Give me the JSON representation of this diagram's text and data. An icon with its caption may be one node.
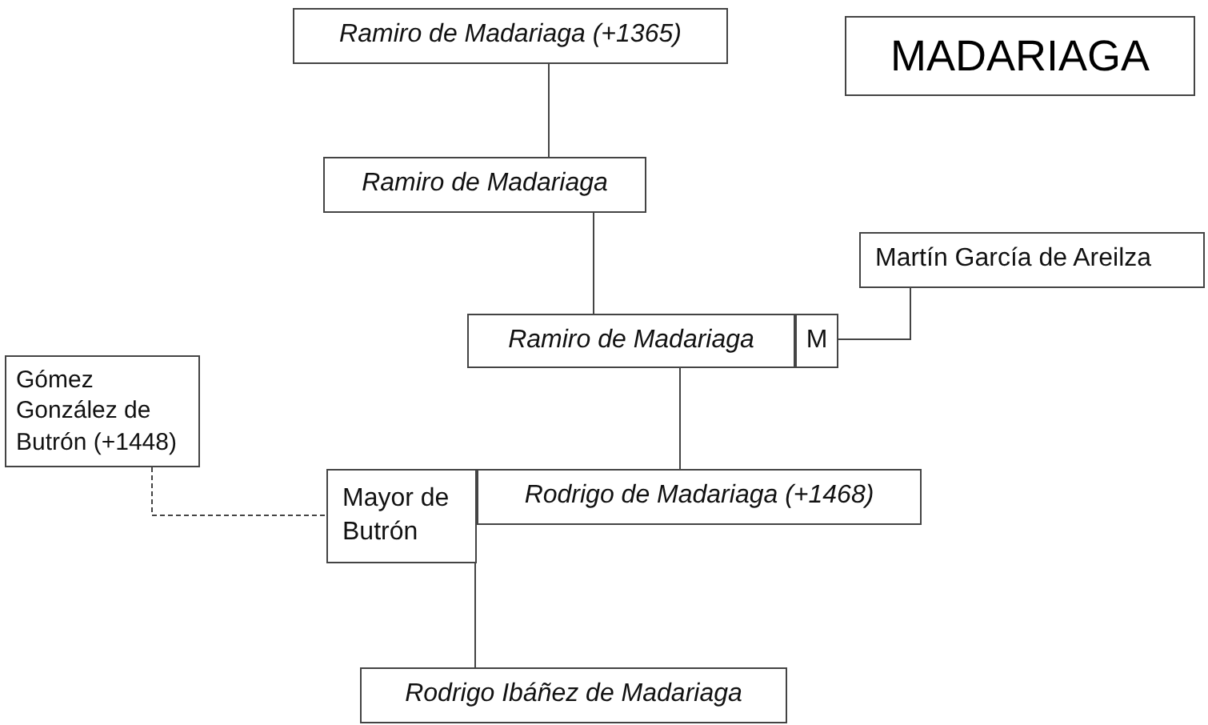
{
  "diagram": {
    "title": "MADARIAGA",
    "nodes": [
      {
        "text": [
          "Ramiro de Madariaga (+1365)"
        ]
      },
      {
        "text": [
          "Ramiro de Madariaga"
        ]
      },
      {
        "text": [
          "Martín García de Areilza"
        ]
      },
      {
        "text": [
          "Ramiro de Madariaga"
        ]
      },
      {
        "text": [
          "M"
        ]
      },
      {
        "text": [
          "Gómez González de Butrón (+1448)"
        ]
      },
      {
        "text": [
          "Mayor de Butrón"
        ]
      },
      {
        "text": [
          "Rodrigo de Madariaga (+1468)"
        ]
      },
      {
        "text": [
          "Rodrigo Ibáñez de Madariaga"
        ]
      }
    ],
    "edges": [
      {
        "from": 0,
        "to": 1,
        "arrow": "none"
      },
      {
        "from": 1,
        "to": 3,
        "arrow": "none"
      },
      {
        "from": 2,
        "to": 4,
        "arrow": "none"
      },
      {
        "from": 3,
        "to": 7,
        "arrow": "none"
      },
      {
        "from": 5,
        "to": 6,
        "arrow": "none",
        "style": "dashed"
      },
      {
        "from": 6,
        "to": 8,
        "arrow": "none"
      }
    ]
  }
}
